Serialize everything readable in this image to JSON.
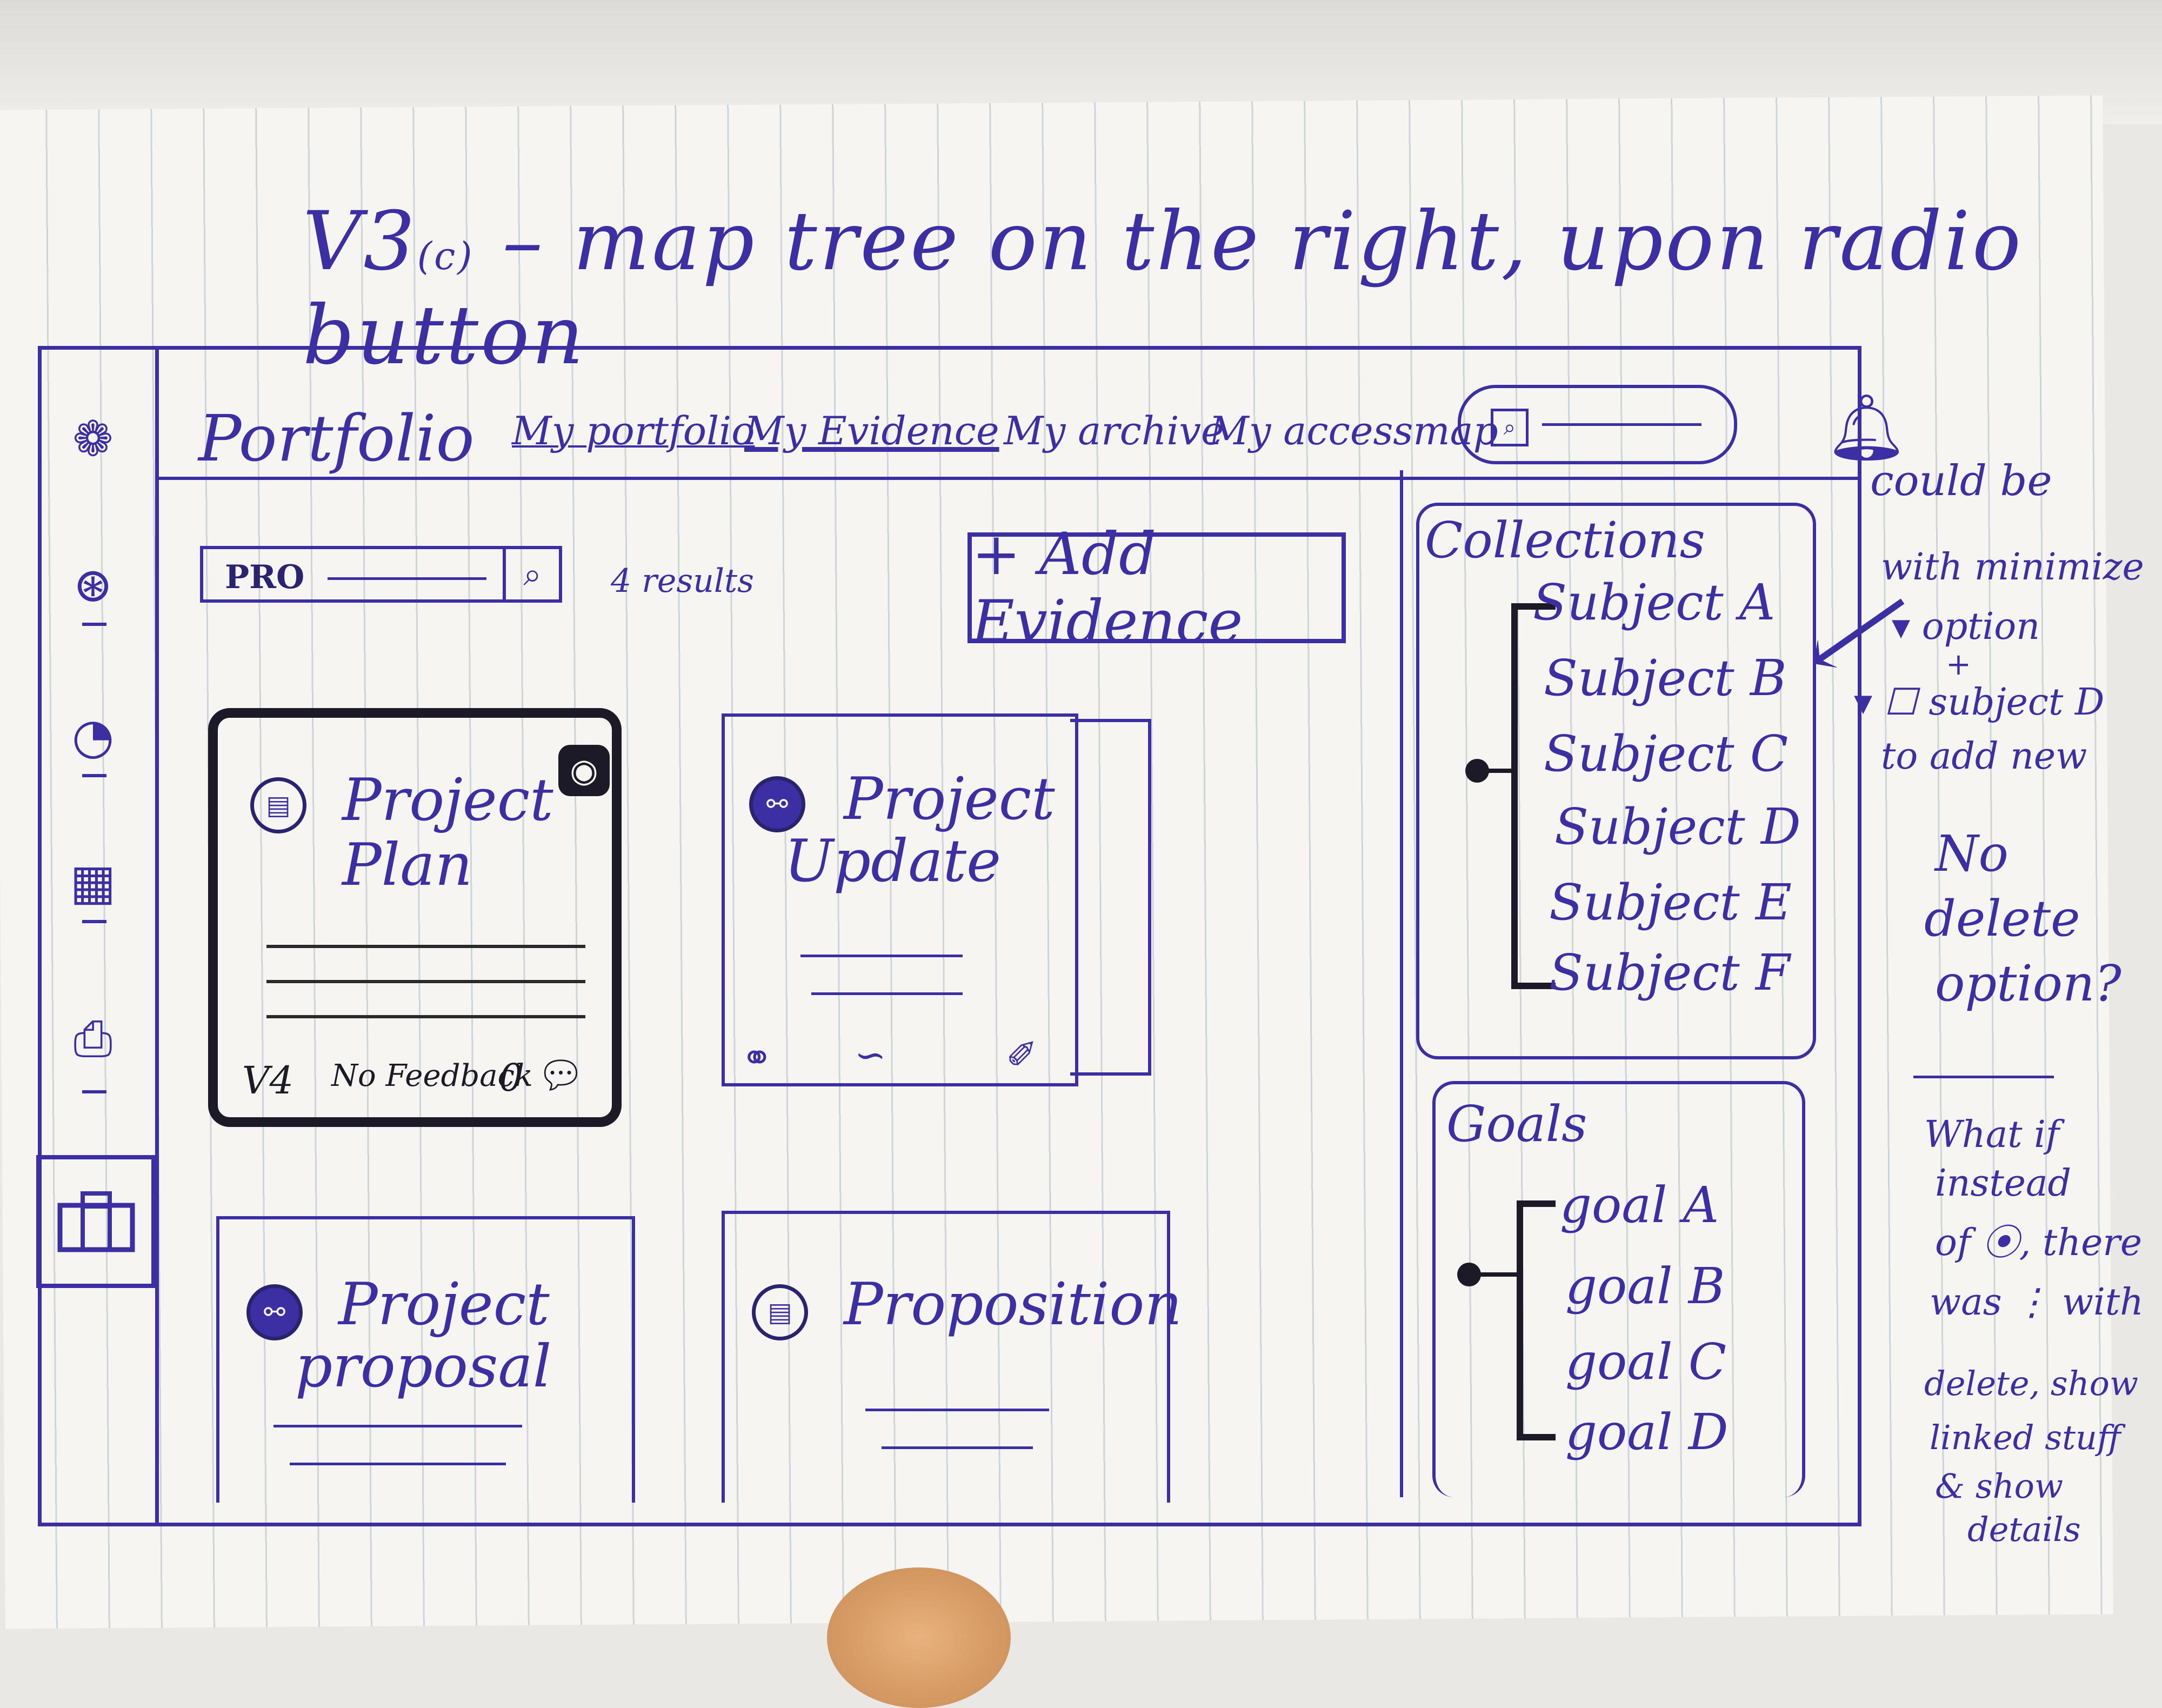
{
  "header_note": {
    "version": "V3",
    "version_sub": "(c)",
    "text": "– map tree on the right, upon radio button"
  },
  "sidebar": {
    "icons": [
      "palette-icon",
      "stopwatch-icon",
      "gauge-icon",
      "calendar-icon",
      "printer-icon",
      "briefcase-icon"
    ],
    "active": "briefcase-icon"
  },
  "navbar": {
    "brand": "Portfolio",
    "links": [
      "My portfolio",
      "My Evidence",
      "My archive",
      "My accessmap"
    ],
    "active_link": "My Evidence"
  },
  "search": {
    "value": "PRO",
    "result_count": "4 results"
  },
  "add_button": {
    "label": "+ Add Evidence"
  },
  "cards": [
    {
      "title_line1": "Project",
      "title_line2": "Plan",
      "version": "V4",
      "feedback": "No Feedback",
      "comments": "0",
      "selected": true
    },
    {
      "title_line1": "Project",
      "title_line2": "Update"
    },
    {
      "title_line1": "Project",
      "title_line2": "proposal"
    },
    {
      "title_line1": "Proposition",
      "title_line2": ""
    }
  ],
  "collections": {
    "title": "Collections",
    "items": [
      "Subject A",
      "Subject B",
      "Subject C",
      "Subject D",
      "Subject E",
      "Subject F"
    ]
  },
  "goals": {
    "title": "Goals",
    "items": [
      "goal A",
      "goal B",
      "goal C",
      "goal D"
    ]
  },
  "margin_notes": {
    "could_be": "could be",
    "with_minimize": "with minimize",
    "option": "▾ option",
    "plus": "+",
    "subject_d": "▾ ☐ subject D",
    "to_add_new": "to add new",
    "no_delete": [
      "No",
      "delete",
      "option?"
    ],
    "what_if": [
      "What if",
      "instead",
      "of ⦿, there",
      "was ⋮ with",
      "delete, show",
      "linked stuff",
      "& show",
      "details"
    ]
  }
}
